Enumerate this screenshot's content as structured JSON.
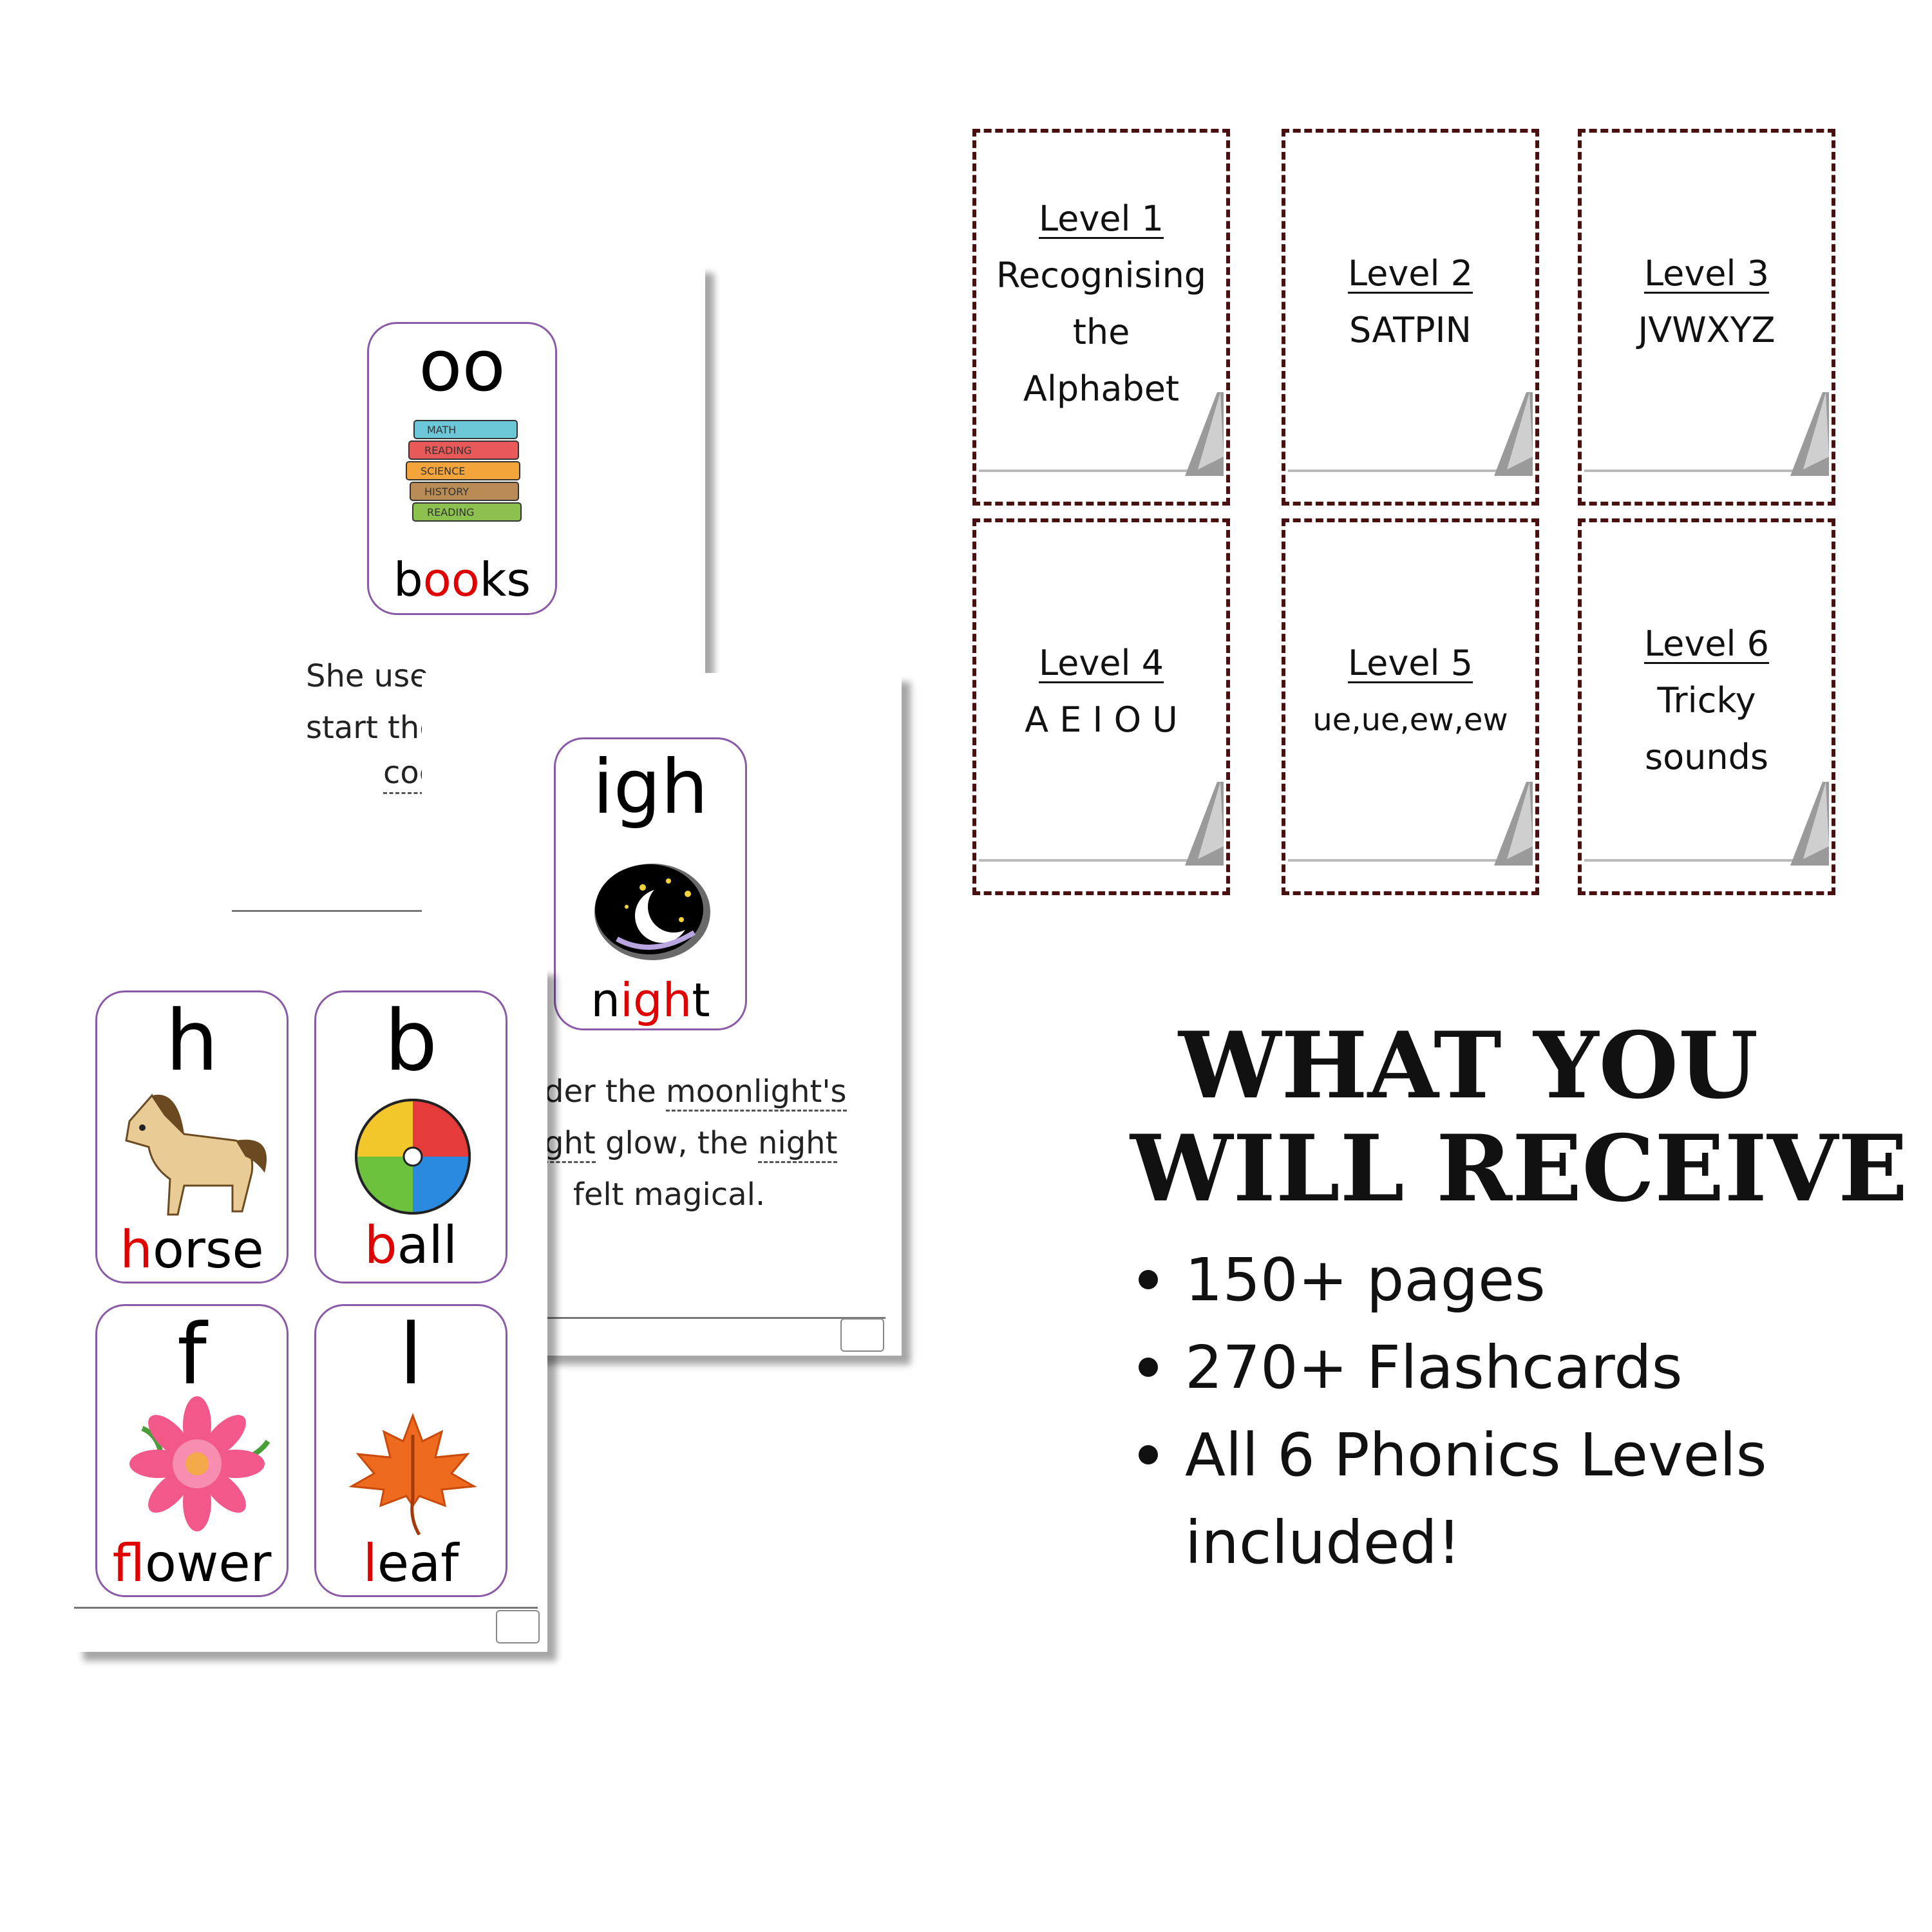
{
  "sheet_oo": {
    "sound": "oo",
    "word_prefix": "b",
    "word_highlight": "oo",
    "word_suffix": "ks",
    "book_spines": [
      "MATH",
      "READING",
      "SCIENCE",
      "HISTORY",
      "READING"
    ],
    "sentence_line1": "She use",
    "sentence_line2": "start the",
    "sentence_line3": "coc"
  },
  "sheet_igh": {
    "sound": "igh",
    "word_prefix": "n",
    "word_highlight": "igh",
    "word_suffix": "t",
    "sentence_line1_a": "der the ",
    "sentence_line1_b": "moonlight's",
    "sentence_line2_a": "ght",
    "sentence_line2_b": " glow, the ",
    "sentence_line2_c": "night",
    "sentence_line3": "felt magical."
  },
  "sheet_letters": {
    "cards": [
      {
        "letter": "h",
        "highlight": "h",
        "rest": "orse"
      },
      {
        "letter": "b",
        "highlight": "b",
        "rest": "all"
      },
      {
        "letter": "f",
        "highlight": "f",
        "rest": "lower"
      },
      {
        "letter": "l",
        "highlight": "l",
        "rest": "eaf"
      }
    ]
  },
  "levels": [
    {
      "title": "Level 1",
      "lines": [
        "Recognising",
        "the",
        "Alphabet"
      ]
    },
    {
      "title": "Level 2",
      "lines": [
        "SATPIN"
      ]
    },
    {
      "title": "Level 3",
      "lines": [
        "JVWXYZ"
      ]
    },
    {
      "title": "Level 4",
      "lines": [
        "A E I O U"
      ]
    },
    {
      "title": "Level 5",
      "lines": [
        "ue,ue,ew,ew"
      ]
    },
    {
      "title": "Level 6",
      "lines": [
        "Tricky",
        "sounds"
      ]
    }
  ],
  "headline": {
    "line1": "WHAT YOU",
    "line2": "WILL RECEIVE"
  },
  "bullets": [
    "150+ pages",
    "270+ Flashcards",
    "All 6 Phonics Levels",
    "included!"
  ],
  "colors": {
    "highlight": "#e00000",
    "card_border": "#8a5aa6",
    "level_border": "#4a1010"
  }
}
